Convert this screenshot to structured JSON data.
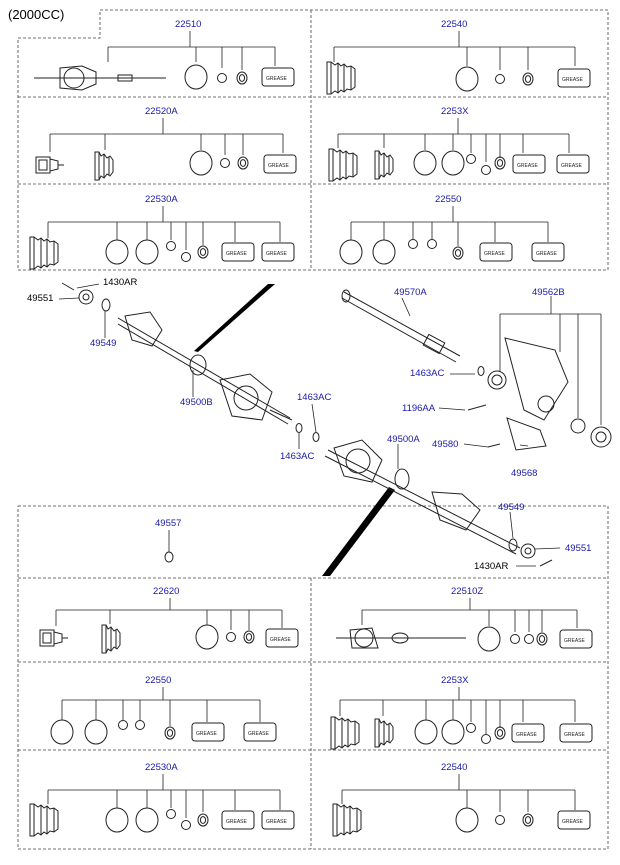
{
  "header": {
    "variant": "(2000CC)"
  },
  "grease_text": "GREASE",
  "upper_groups": [
    "22510",
    "22540",
    "22520A",
    "2253X",
    "22530A",
    "22550"
  ],
  "middle_labels": {
    "n1430AR_top": "1430AR",
    "n49551_top": "49551",
    "n49549_top": "49549",
    "n49500B": "49500B",
    "n1463AC_a": "1463AC",
    "n1463AC_b": "1463AC",
    "n49570A": "49570A",
    "n49562B": "49562B",
    "n1463AC_c": "1463AC",
    "n1196AA": "1196AA",
    "n49500A": "49500A",
    "n49580": "49580",
    "n49568": "49568",
    "n49549_bot": "49549",
    "n49551_bot": "49551",
    "n1430AR_bot": "1430AR"
  },
  "lower_groups": [
    "49557",
    "22620",
    "22510Z",
    "22550",
    "2253X",
    "22530A",
    "22540"
  ]
}
